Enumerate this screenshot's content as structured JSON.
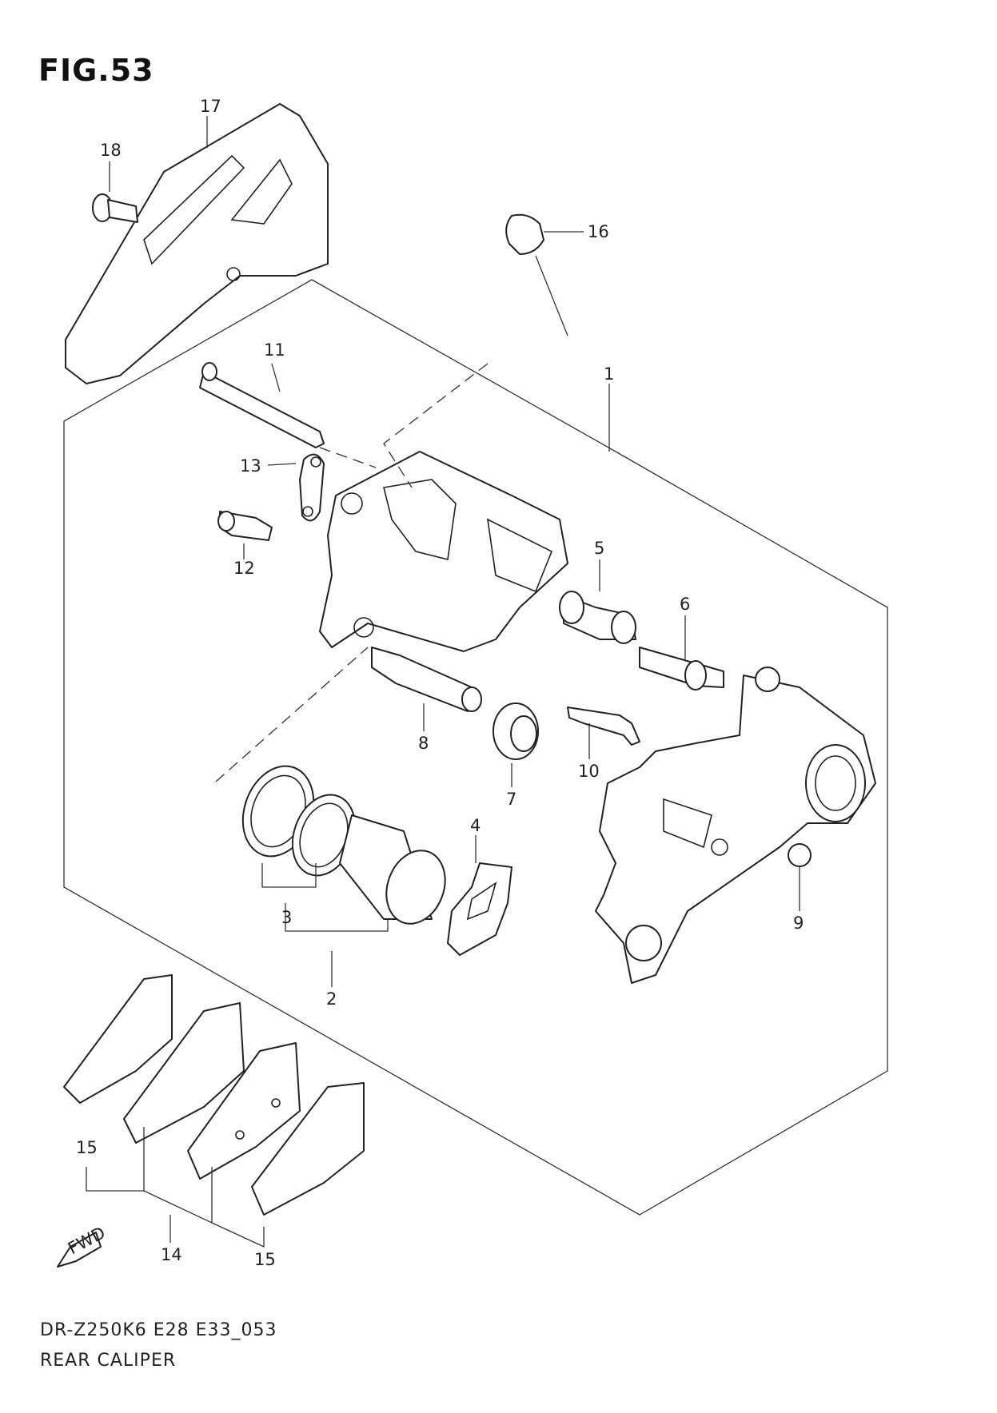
{
  "figure": {
    "title": "FIG.53"
  },
  "footer": {
    "model_code": "DR-Z250K6 E28 E33_053",
    "section_name": "REAR CALIPER"
  },
  "fwd_label": "FWD",
  "callouts": [
    "1",
    "2",
    "3",
    "4",
    "5",
    "6",
    "7",
    "8",
    "9",
    "10",
    "11",
    "12",
    "13",
    "14",
    "15",
    "15",
    "16",
    "17",
    "18"
  ]
}
